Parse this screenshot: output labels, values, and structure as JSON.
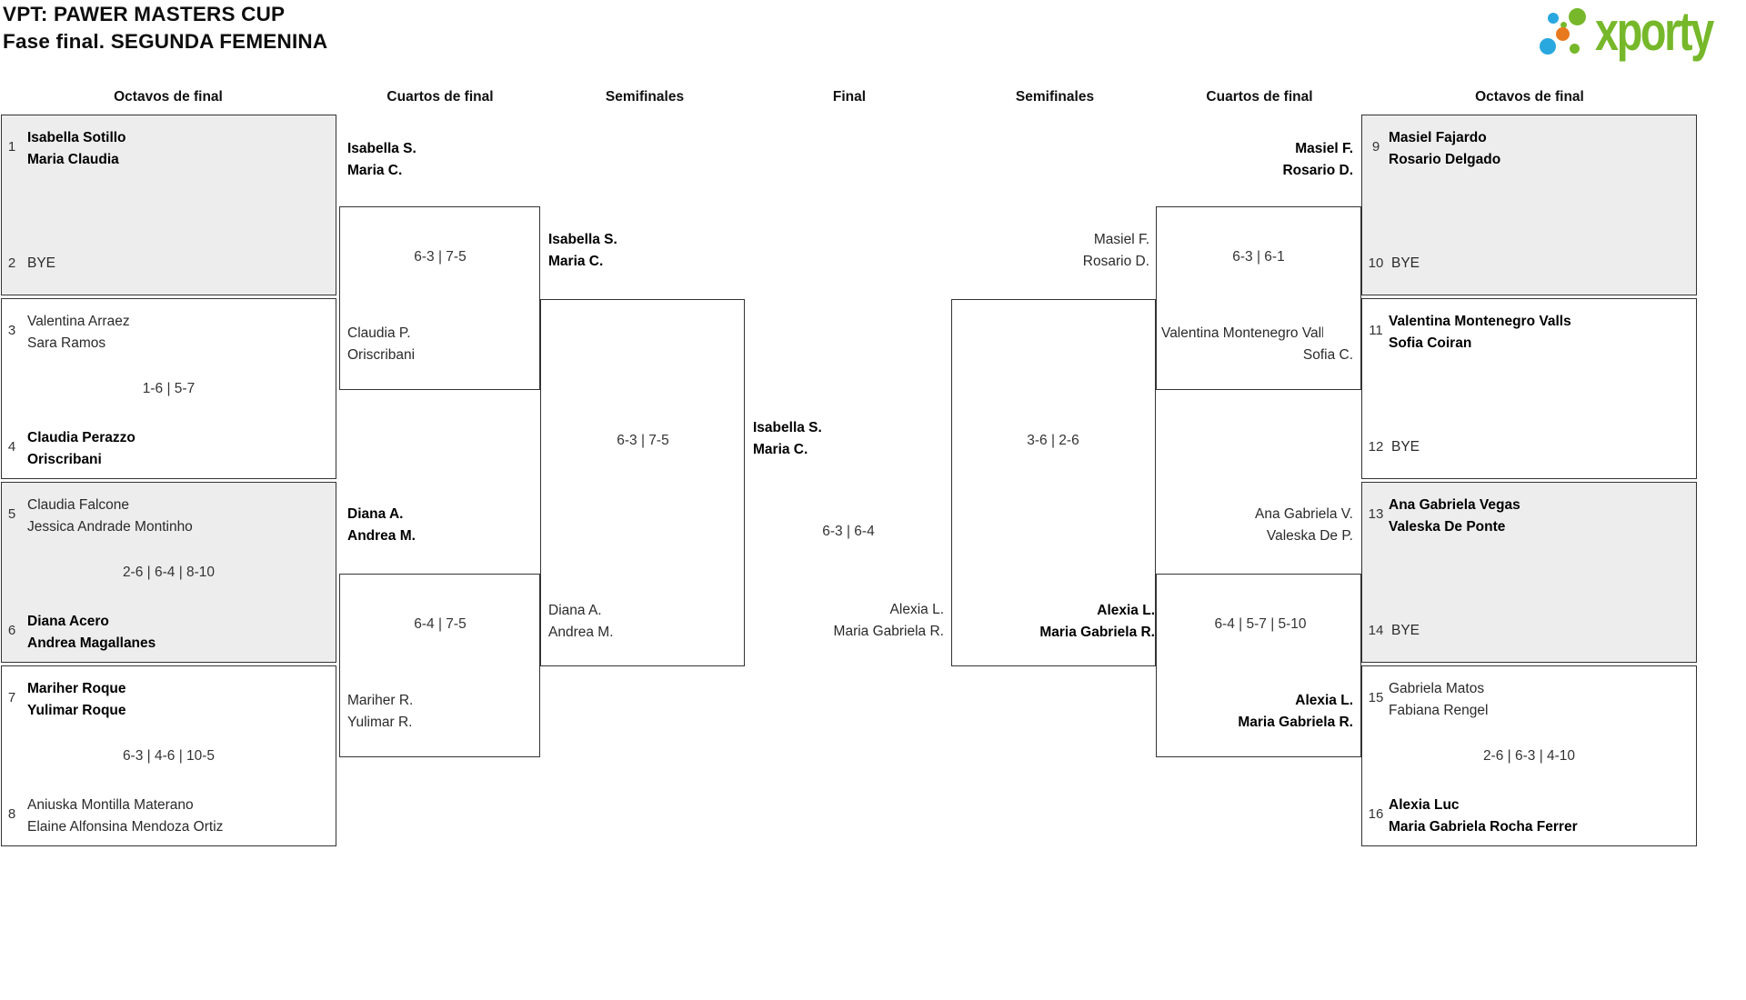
{
  "title": {
    "line1": "VPT: PAWER MASTERS CUP",
    "line2": "Fase final. SEGUNDA FEMENINA"
  },
  "logo": {
    "text": "xporty",
    "green": "#76b82a",
    "blue": "#29a8e0",
    "orange": "#e8791e"
  },
  "colors": {
    "box_fill": "#ededee",
    "box_border": "#333333",
    "background": "#ffffff"
  },
  "headers": [
    "Octavos de final",
    "Cuartos de final",
    "Semifinales",
    "Final",
    "Semifinales",
    "Cuartos de final",
    "Octavos de final"
  ],
  "bracket": {
    "r16_left": [
      {
        "seed_top": "1",
        "top1": "Isabella Sotillo",
        "top2": "Maria Claudia",
        "score": "",
        "seed_bottom": "2",
        "bottom1": "BYE",
        "bottom2": ""
      },
      {
        "seed_top": "3",
        "top1": "Valentina Arraez",
        "top2": "Sara Ramos",
        "score": "1-6 | 5-7",
        "seed_bottom": "4",
        "bottom1": "Claudia Perazzo",
        "bottom2": "Oriscribani"
      },
      {
        "seed_top": "5",
        "top1": "Claudia Falcone",
        "top2": "Jessica Andrade Montinho",
        "score": "2-6 | 6-4 | 8-10",
        "seed_bottom": "6",
        "bottom1": "Diana Acero",
        "bottom2": "Andrea Magallanes"
      },
      {
        "seed_top": "7",
        "top1": "Mariher Roque",
        "top2": "Yulimar Roque",
        "score": "6-3 | 4-6 | 10-5",
        "seed_bottom": "8",
        "bottom1": "Aniuska Montilla Materano",
        "bottom2": "Elaine Alfonsina Mendoza Ortiz"
      }
    ],
    "qf_left": [
      {
        "top1": "Isabella S.",
        "top2": "Maria C.",
        "score": "6-3 | 7-5",
        "bottom1": "Claudia P.",
        "bottom2": "Oriscribani"
      },
      {
        "top1": "Diana A.",
        "top2": "Andrea M.",
        "score": "6-4 | 7-5",
        "bottom1": "Mariher R.",
        "bottom2": "Yulimar R."
      }
    ],
    "sf_left": {
      "top1": "Isabella S.",
      "top2": "Maria C.",
      "score": "6-3 | 7-5",
      "bottom1": "Diana A.",
      "bottom2": "Andrea M."
    },
    "final": {
      "top1": "Isabella S.",
      "top2": "Maria C.",
      "score": "6-3 | 6-4",
      "bottom1": "Alexia L.",
      "bottom2": "Maria Gabriela R."
    },
    "sf_right": {
      "top1": "Masiel F.",
      "top2": "Rosario D.",
      "score": "3-6 | 2-6",
      "bottom1": "Alexia L.",
      "bottom2": "Maria Gabriela R."
    },
    "qf_right": [
      {
        "top1": "Masiel F.",
        "top2": "Rosario D.",
        "score": "6-3 | 6-1",
        "bottom1": "Valentina Montenegro Valls",
        "bottom2": "Sofia C."
      },
      {
        "top1": "Ana Gabriela V.",
        "top2": "Valeska De P.",
        "score": "6-4 | 5-7 | 5-10",
        "bottom1": "Alexia L.",
        "bottom2": "Maria Gabriela R."
      }
    ],
    "r16_right": [
      {
        "seed_top": "9",
        "top1": "Masiel Fajardo",
        "top2": "Rosario Delgado",
        "score": "",
        "seed_bottom": "10",
        "bottom1": "BYE",
        "bottom2": ""
      },
      {
        "seed_top": "11",
        "top1": "Valentina Montenegro Valls",
        "top2": "Sofia Coiran",
        "score": "",
        "seed_bottom": "12",
        "bottom1": "BYE",
        "bottom2": ""
      },
      {
        "seed_top": "13",
        "top1": "Ana Gabriela Vegas",
        "top2": "Valeska De Ponte",
        "score": "",
        "seed_bottom": "14",
        "bottom1": "BYE",
        "bottom2": ""
      },
      {
        "seed_top": "15",
        "top1": "Gabriela Matos",
        "top2": "Fabiana Rengel",
        "score": "2-6 | 6-3 | 4-10",
        "seed_bottom": "16",
        "bottom1": "Alexia Luc",
        "bottom2": "Maria Gabriela Rocha Ferrer"
      }
    ]
  }
}
